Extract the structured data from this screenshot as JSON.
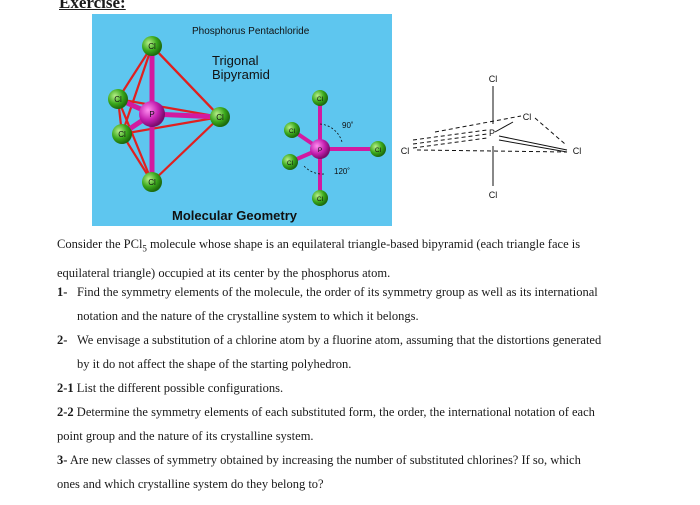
{
  "heading": "Exercise:",
  "figure": {
    "title": "Phosphorus Pentachloride",
    "subtitle_line1": "Trigonal",
    "subtitle_line2": "Bipyramid",
    "caption": "Molecular Geometry",
    "angle_90": "90˚",
    "angle_120": "120˚",
    "atom_p": "P",
    "atom_cl": "Cl"
  },
  "diagram": {
    "cl_top": "Cl",
    "cl_bottom": "Cl",
    "cl_left": "Cl",
    "cl_right": "Cl",
    "cl_back": "Cl",
    "p": "P"
  },
  "text": {
    "intro_a": "Consider the PCl",
    "intro_sub": "5",
    "intro_b": " molecule whose shape is an equilateral triangle-based bipyramid (each triangle face is",
    "intro_line2": "equilateral triangle) occupied at its center by the phosphorus atom.",
    "q1_num": "1-",
    "q1_line1": "Find the symmetry elements of the molecule, the order of its symmetry group as well as its international",
    "q1_line2": "notation and the nature of the crystalline system to which it belongs.",
    "q2_num": "2-",
    "q2_line1": "We envisage a substitution of a chlorine atom by a fluorine atom, assuming that the distortions generated",
    "q2_line2": "by it do not affect the shape of the starting polyhedron.",
    "q21_num": "2-1",
    "q21_line1": "List the different possible configurations.",
    "q22_num": "2-2",
    "q22_line1": "Determine the symmetry elements of each substituted form, the order, the international notation of each",
    "q22_line2": "point group and the nature of its crystalline system.",
    "q3_num": "3-",
    "q3_line1": "Are new classes of symmetry obtained by increasing the number of substituted chlorines? If so, which",
    "q3_line2": "ones and which crystalline system do they belong to?"
  }
}
